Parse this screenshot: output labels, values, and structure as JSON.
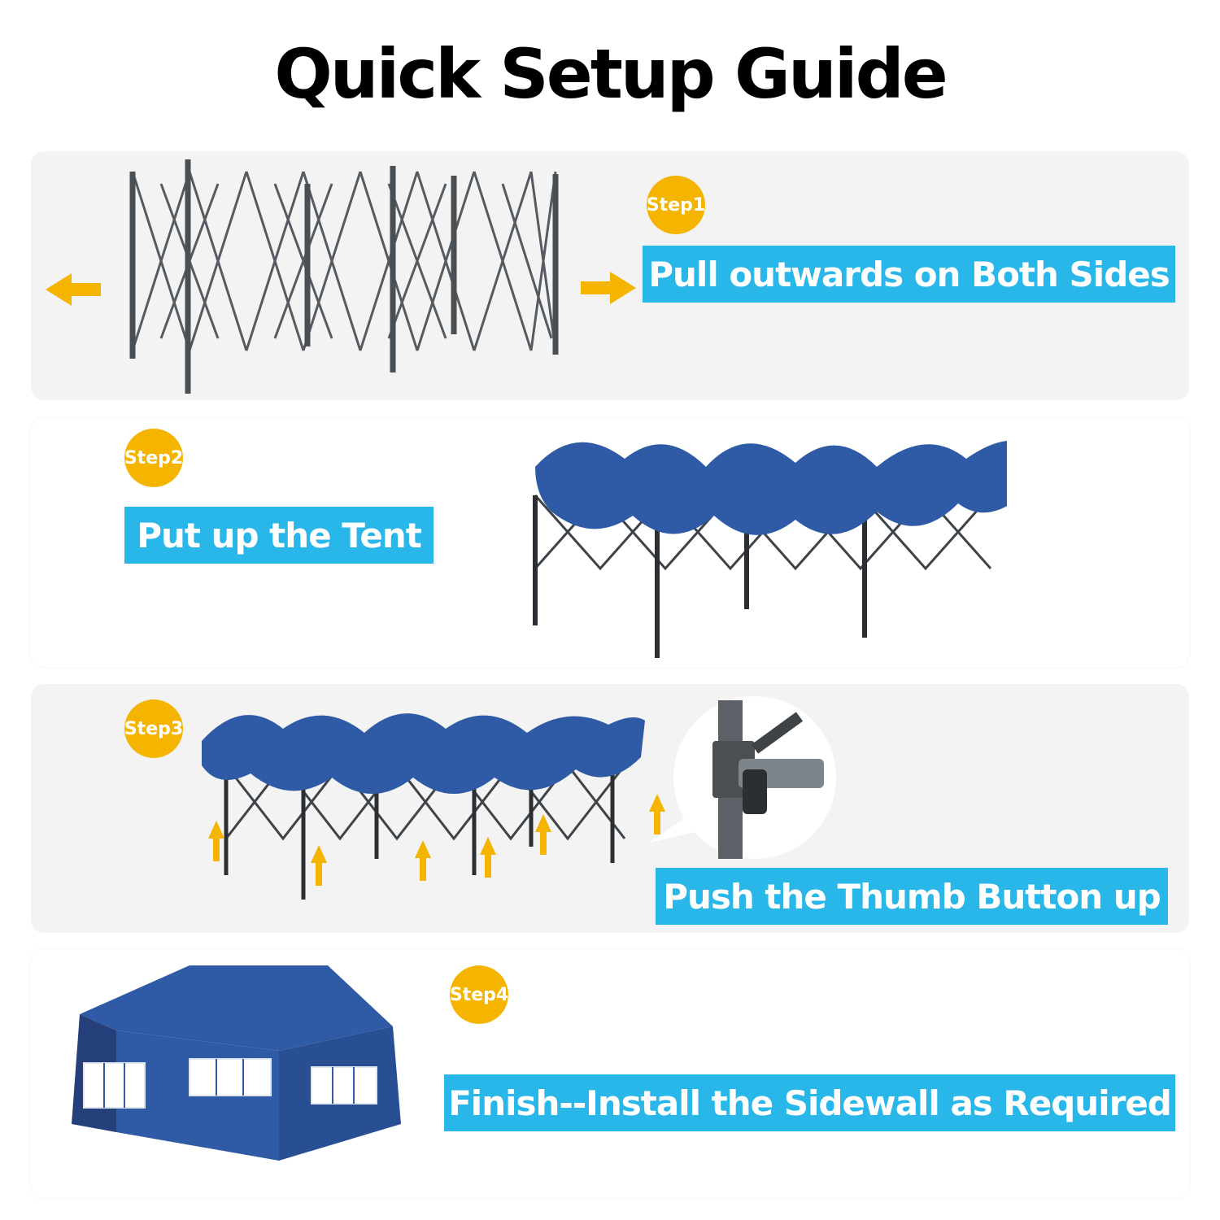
{
  "title": "Quick Setup Guide",
  "colors": {
    "badge": "#f4b400",
    "label_bg": "#29b6e8",
    "canopy": "#2f5aa6",
    "frame": "#555b60",
    "arrow": "#f4b400"
  },
  "steps": [
    {
      "badge": "Step1",
      "text": "Pull outwards on Both Sides",
      "icon": "folded-frame-icon"
    },
    {
      "badge": "Step2",
      "text": "Put up the Tent",
      "icon": "half-open-tent-icon"
    },
    {
      "badge": "Step3",
      "text": "Push the Thumb Button up",
      "icon": "thumb-button-detail-icon"
    },
    {
      "badge": "Step4",
      "text": "Finish--Install the Sidewall as Required",
      "icon": "finished-tent-icon"
    }
  ]
}
